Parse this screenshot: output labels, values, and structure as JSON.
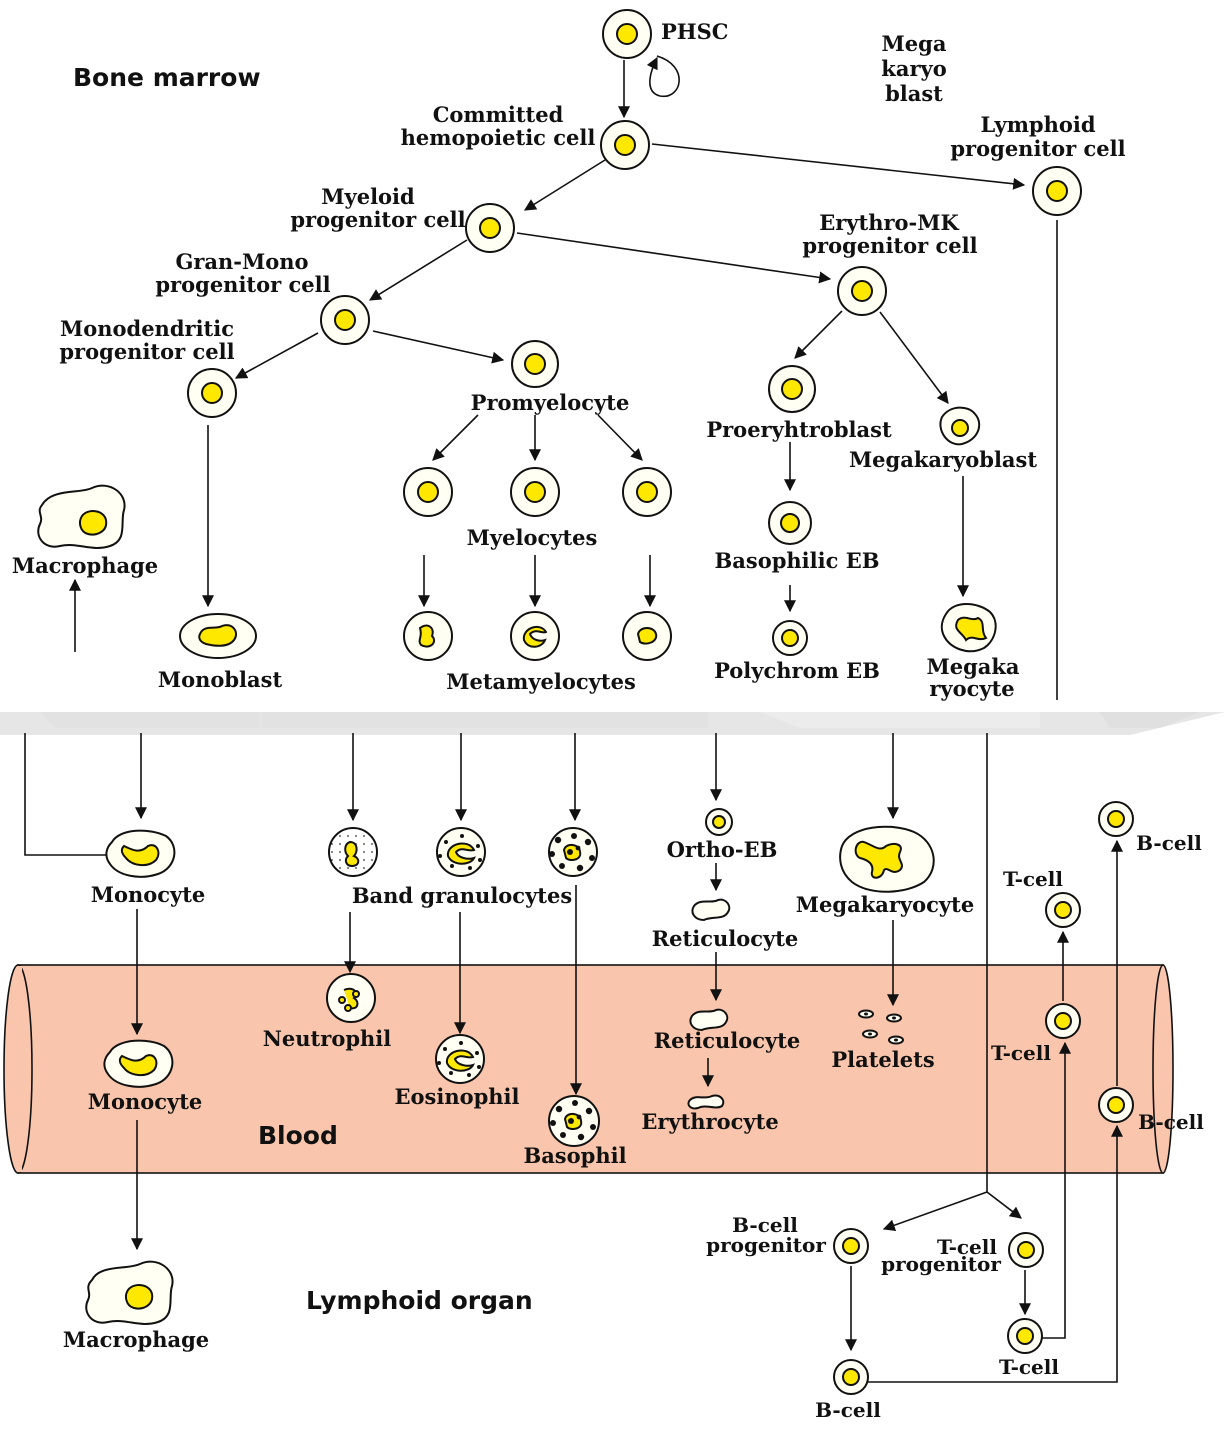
{
  "regions": {
    "bone_marrow": "Bone marrow",
    "blood": "Blood",
    "lymphoid_organ": "Lymphoid organ"
  },
  "labels": {
    "phsc": "PHSC",
    "mega_1": "Mega",
    "mega_2": "karyo",
    "mega_3": "blast",
    "committed_1": "Committed",
    "committed_2": "hemopoietic cell",
    "lymphoid_prog_1": "Lymphoid",
    "lymphoid_prog_2": "progenitor cell",
    "myeloid_1": "Myeloid",
    "myeloid_2": "progenitor cell",
    "erythro_mk_1": "Erythro-MK",
    "erythro_mk_2": "progenitor cell",
    "gran_mono_1": "Gran-Mono",
    "gran_mono_2": "progenitor cell",
    "monodendritic_1": "Monodendritic",
    "monodendritic_2": "progenitor cell",
    "promyelocyte": "Promyelocyte",
    "proerythroblast": "Proeryhtroblast",
    "megakaryoblast": "Megakaryoblast",
    "myelocytes": "Myelocytes",
    "macrophage_top": "Macrophage",
    "basophilic_eb": "Basophilic EB",
    "monoblast": "Monoblast",
    "metamyelocytes": "Metamyelocytes",
    "polychrom_eb": "Polychrom EB",
    "megaka_1": "Megaka",
    "megaka_2": "ryocyte",
    "ortho_eb": "Ortho-EB",
    "monocyte_bm": "Monocyte",
    "band_granulocytes": "Band granulocytes",
    "reticulocyte_bm": "Reticulocyte",
    "megakaryocyte": "Megakaryocyte",
    "b_cell_top": "B-cell",
    "t_cell_top": "T-cell",
    "neutrophil": "Neutrophil",
    "monocyte_blood": "Monocyte",
    "eosinophil": "Eosinophil",
    "reticulocyte_blood": "Reticulocyte",
    "platelets": "Platelets",
    "t_cell_blood": "T-cell",
    "erythrocyte": "Erythrocyte",
    "b_cell_blood": "B-cell",
    "basophil": "Basophil",
    "b_cell_prog_1": "B-cell",
    "b_cell_prog_2": "progenitor",
    "t_cell_prog_1": "T-cell",
    "t_cell_prog_2": "progenitor",
    "macrophage_bottom": "Macrophage",
    "t_cell_bottom": "T-cell",
    "b_cell_bottom": "B-cell"
  },
  "colors": {
    "nucleus": "#ffe800",
    "blood_vessel": "#f9c6ad",
    "band": "#e6e6e6"
  }
}
